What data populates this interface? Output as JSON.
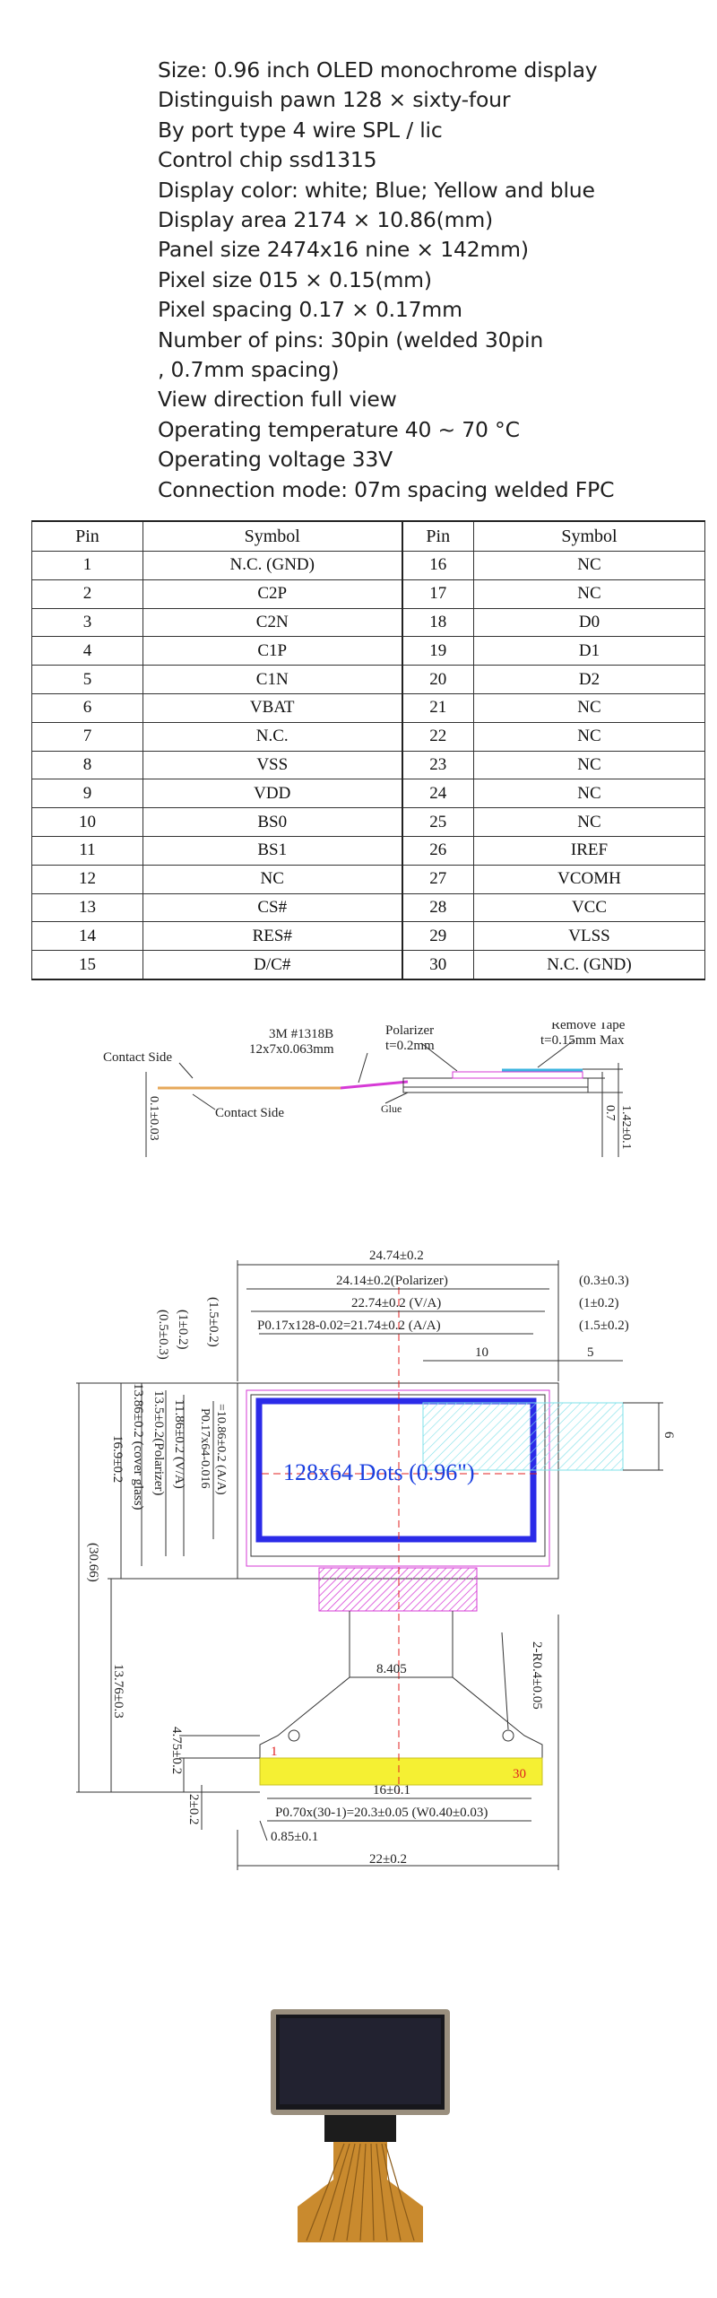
{
  "specs": [
    "Size: 0.96 inch OLED monochrome display",
    "Distinguish pawn 128 × sixty-four",
    "By port type 4 wire SPL / lic",
    "Control chip ssd1315",
    "Display color: white; Blue; Yellow and blue",
    "Display area 2174 × 10.86(mm)",
    "Panel size 2474x16 nine × 142mm)",
    "Pixel size 015 × 0.15(mm)",
    "Pixel spacing 0.17 × 0.17mm",
    "Number of pins: 30pin (welded 30pin",
    ", 0.7mm spacing)",
    "View direction full view",
    "Operating temperature 40 ~ 70 °C",
    "Operating voltage 33V",
    "Connection mode: 07m spacing welded FPC"
  ],
  "pin_table": {
    "headers": [
      "Pin",
      "Symbol",
      "Pin",
      "Symbol"
    ],
    "rows": [
      [
        "1",
        "N.C. (GND)",
        "16",
        "NC"
      ],
      [
        "2",
        "C2P",
        "17",
        "NC"
      ],
      [
        "3",
        "C2N",
        "18",
        "D0"
      ],
      [
        "4",
        "C1P",
        "19",
        "D1"
      ],
      [
        "5",
        "C1N",
        "20",
        "D2"
      ],
      [
        "6",
        "VBAT",
        "21",
        "NC"
      ],
      [
        "7",
        "N.C.",
        "22",
        "NC"
      ],
      [
        "8",
        "VSS",
        "23",
        "NC"
      ],
      [
        "9",
        "VDD",
        "24",
        "NC"
      ],
      [
        "10",
        "BS0",
        "25",
        "NC"
      ],
      [
        "11",
        "BS1",
        "26",
        "IREF"
      ],
      [
        "12",
        "NC",
        "27",
        "VCOMH"
      ],
      [
        "13",
        "CS#",
        "28",
        "VCC"
      ],
      [
        "14",
        "RES#",
        "29",
        "VLSS"
      ],
      [
        "15",
        "D/C#",
        "30",
        "N.C. (GND)"
      ]
    ]
  },
  "side_view": {
    "contact_side_top": "Contact Side",
    "contact_side_bottom": "Contact Side",
    "tape_label_1": "3M #1318B",
    "tape_label_2": "12x7x0.063mm",
    "polarizer_1": "Polarizer",
    "polarizer_2": "t=0.2mm",
    "remove_tape_1": "Remove Tape",
    "remove_tape_2": "t=0.15mm Max",
    "glue": "Glue",
    "dim_fpc": "0.1±0.03",
    "dim_07": "0.7",
    "dim_142": "1.42±0.1"
  },
  "front_view": {
    "w_total": "24.74±0.2",
    "w_polarizer": "24.14±0.2(Polarizer)",
    "w_va": "22.74±0.2 (V/A)",
    "w_aa": "P0.17x128-0.02=21.74±0.2 (A/A)",
    "r_03": "(0.3±0.3)",
    "r_1": "(1±0.2)",
    "r_15": "(1.5±0.2)",
    "l_05": "(0.5±0.3)",
    "l_1": "(1±0.2)",
    "l_15": "(1.5±0.2)",
    "dim_10": "10",
    "dim_5": "5",
    "dim_6": "6",
    "v_1386": "13.86±0.2 (cover glass)",
    "v_135": "13.5±0.2(Polarizer)",
    "v_1186": "11.86±0.2 (V/A)",
    "v_aa_1": "P0.17x64-0.016",
    "v_aa_2": "=10.86±0.2 (A/A)",
    "v_169": "16.9±0.2",
    "v_3066": "(30.66)",
    "v_1376": "13.76±0.3",
    "v_475": "4.75±0.2",
    "v_2": "2±0.2",
    "dots": "128x64 Dots (0.96\")",
    "w_8405": "8.405",
    "r_04": "2-R0.4±0.05",
    "pin_first": "1",
    "pin_last": "30",
    "w_16": "16±0.1",
    "w_pitch": "P0.70x(30-1)=20.3±0.05 (W0.40±0.03)",
    "w_085": "0.85±0.1",
    "w_22": "22±0.2"
  },
  "colors": {
    "dots_text": "#1a3fe0",
    "active_area": "#2b2be8",
    "polarizer": "#d63ad6",
    "fpc_pads": "#f5f033",
    "highlight": "#7ee0e8",
    "pin_red": "#e02020"
  }
}
